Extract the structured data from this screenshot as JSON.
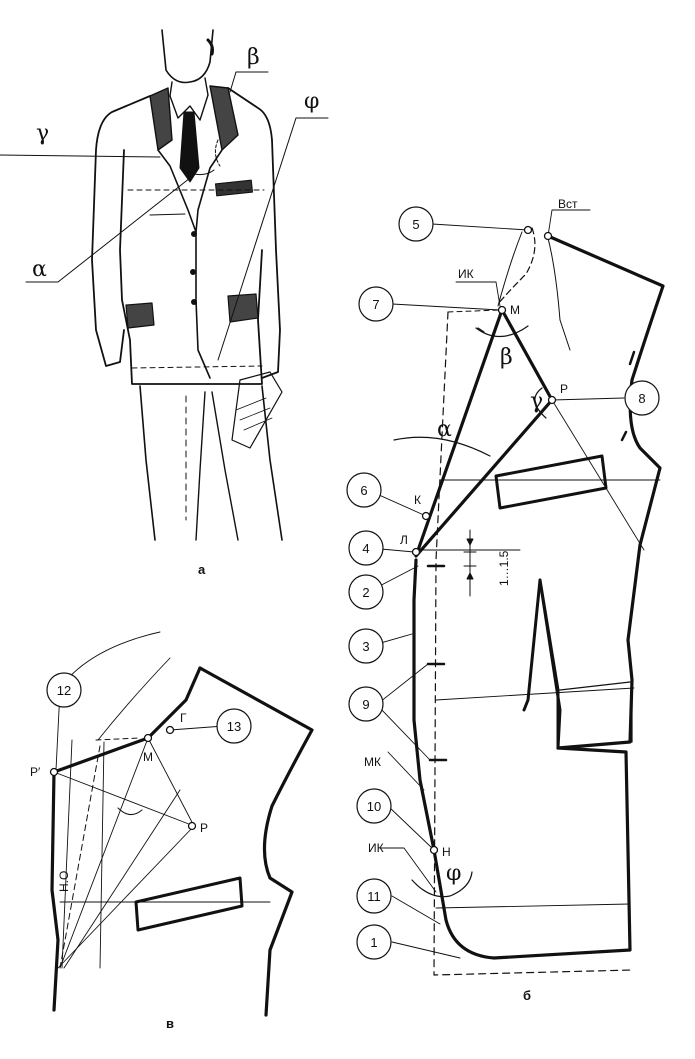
{
  "figure": {
    "panel_a": {
      "letter": "а",
      "angle_labels": {
        "gamma": "γ",
        "beta": "β",
        "phi": "φ",
        "alpha": "α"
      }
    },
    "panel_b": {
      "letter": "б",
      "point_labels": {
        "Bst": "Вст",
        "IK_top": "ИК",
        "M": "М",
        "P": "Р",
        "K": "К",
        "L": "Л",
        "MK": "МК",
        "IK_bottom": "ИК",
        "N": "Н",
        "measure": "1…1.5"
      },
      "angle_labels": {
        "alpha": "α",
        "beta": "β",
        "gamma": "γ",
        "phi": "φ"
      },
      "callouts": [
        "5",
        "7",
        "8",
        "6",
        "4",
        "2",
        "3",
        "9",
        "10",
        "11",
        "1"
      ]
    },
    "panel_v": {
      "letter": "в",
      "point_labels": {
        "P_prime": "Р′",
        "M": "М",
        "G": "Г",
        "P": "Р",
        "NO": "Н.О"
      },
      "callouts": [
        "12",
        "13"
      ]
    }
  }
}
